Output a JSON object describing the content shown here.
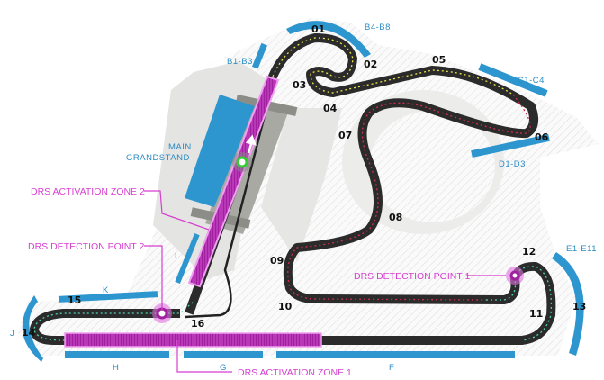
{
  "colors": {
    "stand": "#2e96cf",
    "drs": "#c030c0",
    "track": "#2b2b2b",
    "sector1": "#e8e34a",
    "sector2": "#d03050",
    "sector3": "#4fd0b0",
    "runoff": "#e6e6e2"
  },
  "turns": [
    "01",
    "02",
    "03",
    "04",
    "05",
    "06",
    "07",
    "08",
    "09",
    "10",
    "11",
    "12",
    "13",
    "14",
    "15",
    "16"
  ],
  "stands": {
    "b4b8": "B4-B8",
    "b1b3": "B1-B3",
    "c1c4": "C1-C4",
    "d1d3": "D1-D3",
    "main1": "MAIN",
    "main2": "GRANDSTAND",
    "e1e11": "E1-E11",
    "k": "K",
    "l": "L",
    "j": "J",
    "h": "H",
    "g": "G",
    "f": "F"
  },
  "drs": {
    "zone2": "DRS ACTIVATION ZONE 2",
    "detect2": "DRS DETECTION POINT 2",
    "detect1": "DRS DETECTION POINT 1",
    "zone1": "DRS ACTIVATION ZONE 1"
  }
}
